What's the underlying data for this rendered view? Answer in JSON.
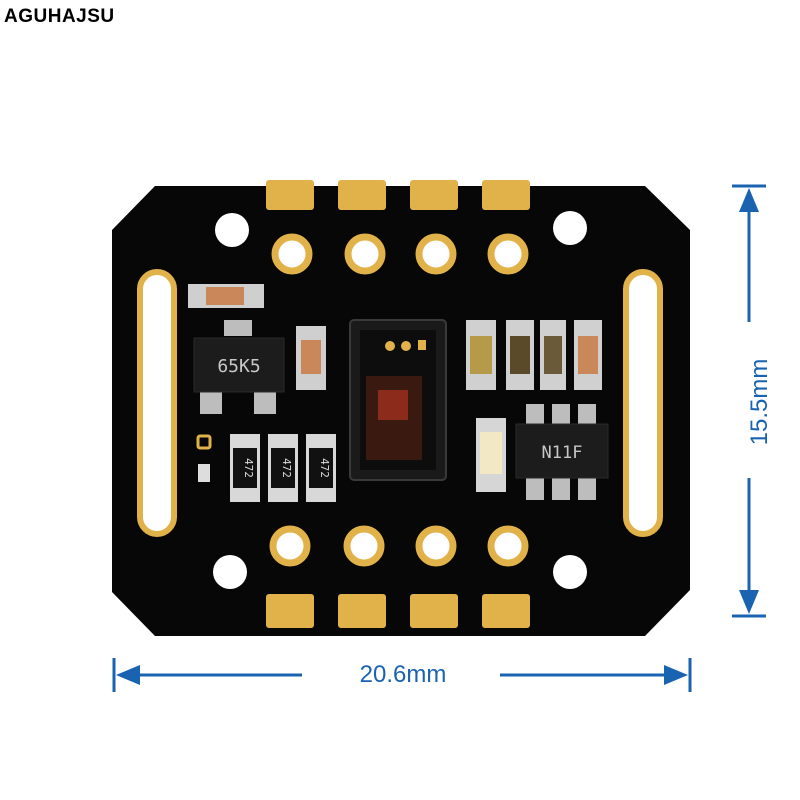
{
  "brand": {
    "name": "AGUHAJSU"
  },
  "dimensions": {
    "width_label": "20.6mm",
    "height_label": "15.5mm"
  },
  "board": {
    "chip_labels": {
      "regulator": "65K5",
      "transistor": "N11F",
      "resistor": "472"
    }
  },
  "colors": {
    "pcb": "#070707",
    "gold": "#e2b24a",
    "dimension": "#1a63b0",
    "background": "#ffffff"
  }
}
